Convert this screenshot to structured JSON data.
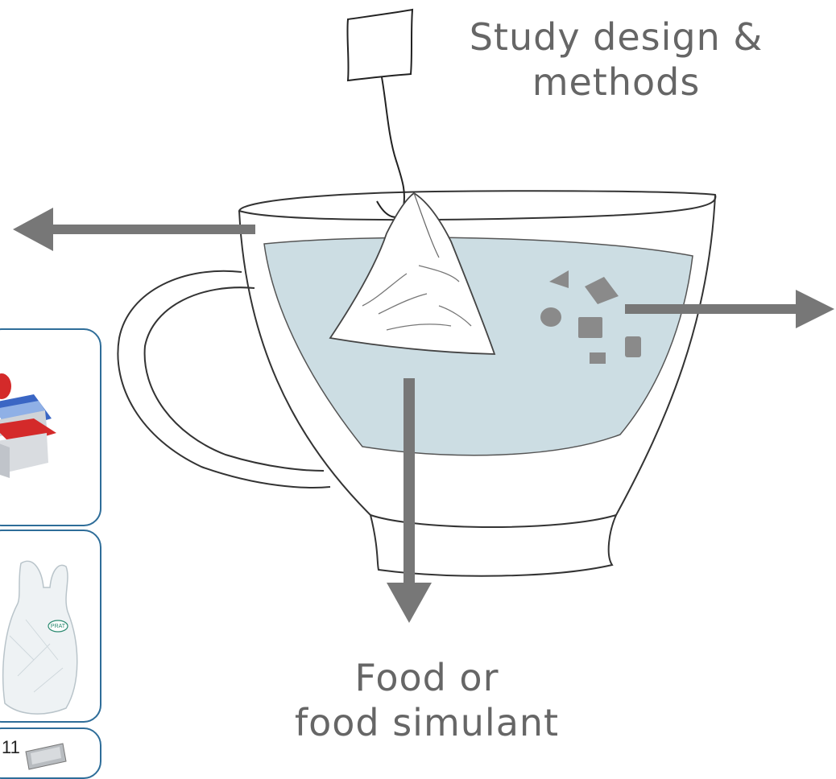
{
  "labels": {
    "study_design_line1": "Study design &",
    "study_design_line2": "methods",
    "food_line1": "Food or",
    "food_line2": "food simulant"
  },
  "cards": {
    "bag_logo": "PRAT",
    "tray_number": "11"
  },
  "colors": {
    "arrow": "#777777",
    "liquid": "#ccdde3",
    "particles": "#8a8a8a",
    "card_border": "#2e6d99",
    "text": "#666666"
  },
  "icons": [
    "arrow-left-icon",
    "arrow-right-icon",
    "arrow-down-icon",
    "tea-cup-icon",
    "tea-bag-icon",
    "particles-icon",
    "food-container-icon",
    "plastic-bag-icon",
    "tray-icon"
  ]
}
